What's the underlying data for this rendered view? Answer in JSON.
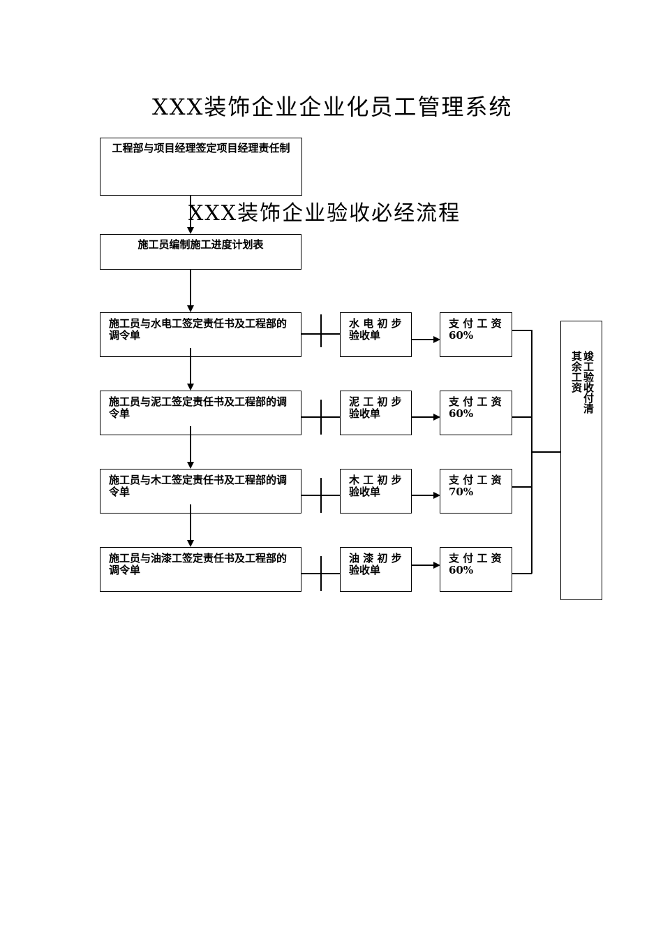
{
  "doc_title": "XXX装饰企业企业化员工管理系统",
  "flow_title": "XXX装饰企业验收必经流程",
  "steps": {
    "step1": "工程部与项目经理签定项目经理责任制",
    "step2": "施工员编制施工进度计划表"
  },
  "trades": [
    {
      "contract": "施工员与水电工签定责任书及工程部的调令单",
      "inspection": "水 电 初 步 验收单",
      "payment_label": "支 付 工 资",
      "payment_pct": "60%"
    },
    {
      "contract": "施工员与泥工签定责任书及工程部的调令单",
      "inspection": "泥 工 初 步 验收单",
      "payment_label": "支 付 工 资",
      "payment_pct": "60%"
    },
    {
      "contract": "施工员与木工签定责任书及工程部的调令单",
      "inspection": "木 工 初 步 验收单",
      "payment_label": "支 付 工 资",
      "payment_pct": "70%"
    },
    {
      "contract": "施工员与油漆工签定责任书及工程部的调令单",
      "inspection": "油 漆 初 步 验收单",
      "payment_label": "支 付 工 资",
      "payment_pct": "60%"
    }
  ],
  "final": "竣工验收付清其余工资"
}
